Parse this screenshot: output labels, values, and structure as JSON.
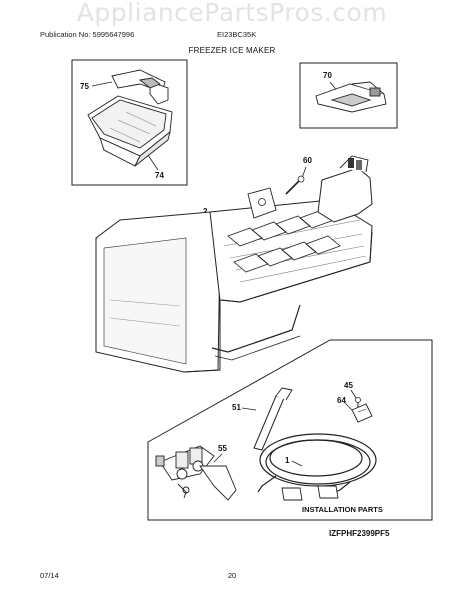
{
  "watermark": "AppliancePartsPros.com",
  "header": {
    "publication": "Publication No: 5995647996",
    "model": "EI23BC35K"
  },
  "title": "FREEZER ICE MAKER",
  "callouts": {
    "p75": "75",
    "p74": "74",
    "p70": "70",
    "p60": "60",
    "p2": "2",
    "p45": "45",
    "p64": "64",
    "p51": "51",
    "p55": "55",
    "p1": "1"
  },
  "installation_label": "INSTALLATION PARTS",
  "diagram_code": "IZFPHF2399PF5",
  "footer": {
    "date": "07/14",
    "page": "20"
  }
}
